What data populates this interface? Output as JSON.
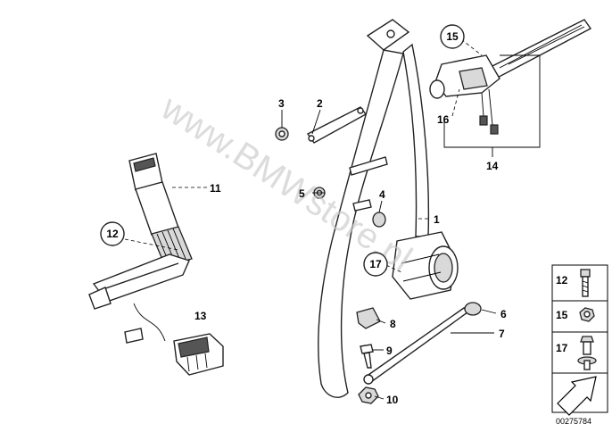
{
  "watermark": "www.BMWstore.pl",
  "callouts": {
    "c1": "1",
    "c2": "2",
    "c3": "3",
    "c4": "4",
    "c5": "5",
    "c6": "6",
    "c7": "7",
    "c8": "8",
    "c9": "9",
    "c10": "10",
    "c11": "11",
    "c12": "12",
    "c13": "13",
    "c14": "14",
    "c15": "15",
    "c16": "16",
    "c17": "17"
  },
  "legend": {
    "items": [
      "12",
      "15",
      "17"
    ]
  },
  "reference_number": "00275784"
}
